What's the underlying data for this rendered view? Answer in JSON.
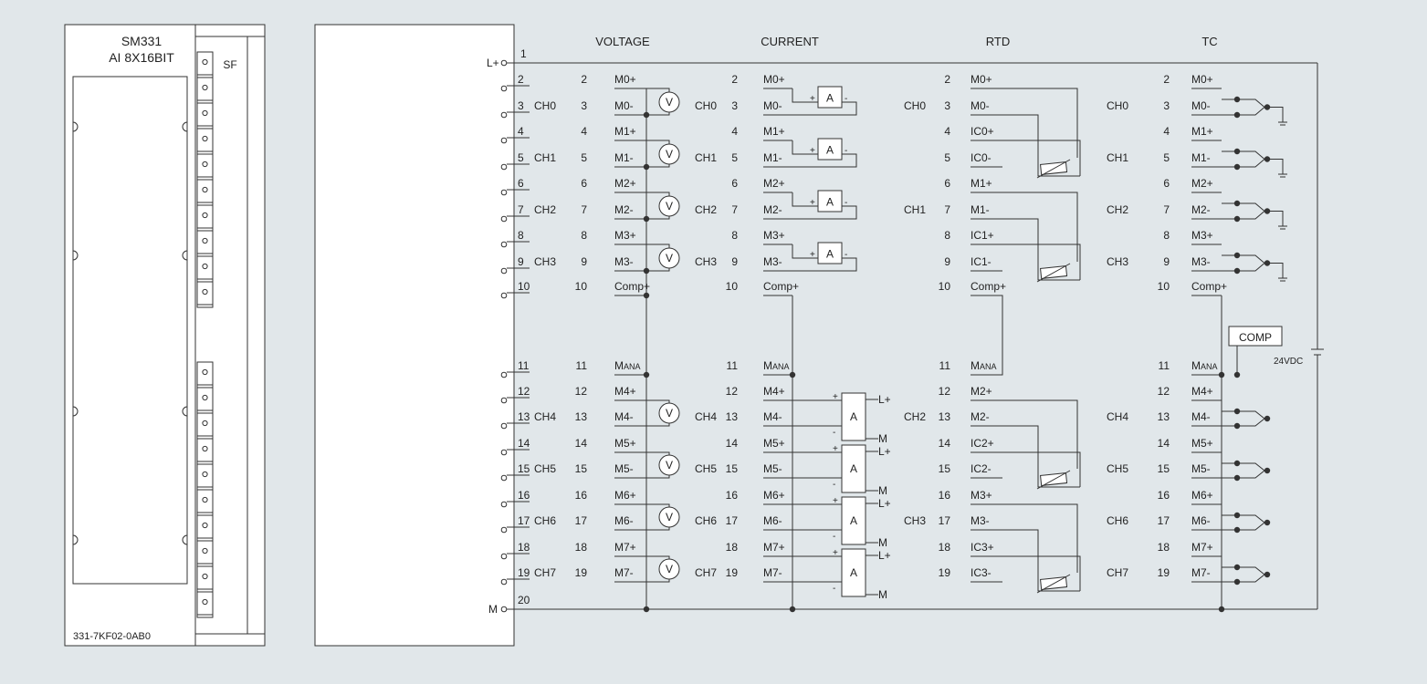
{
  "module": {
    "name": "SM331",
    "type": "AI 8X16BIT",
    "sf_label": "SF",
    "order_number": "331-7KF02-0AB0"
  },
  "terminals": {
    "lplus": "L+",
    "m": "M",
    "numbers": [
      "1",
      "2",
      "3",
      "4",
      "5",
      "6",
      "7",
      "8",
      "9",
      "10",
      "11",
      "12",
      "13",
      "14",
      "15",
      "16",
      "17",
      "18",
      "19",
      "20"
    ],
    "channel_labels": [
      "CH0",
      "CH1",
      "CH2",
      "CH3",
      "CH4",
      "CH5",
      "CH6",
      "CH7"
    ]
  },
  "columns": {
    "voltage": "VOLTAGE",
    "current": "CURRENT",
    "rtd": "RTD",
    "tc": "TC"
  },
  "signals": {
    "voltage": [
      "M0+",
      "M0-",
      "M1+",
      "M1-",
      "M2+",
      "M2-",
      "M3+",
      "M3-",
      "Comp+",
      "MANA",
      "M4+",
      "M4-",
      "M5+",
      "M5-",
      "M6+",
      "M6-",
      "M7+",
      "M7-"
    ],
    "current": [
      "M0+",
      "M0-",
      "M1+",
      "M1-",
      "M2+",
      "M2-",
      "M3+",
      "M3-",
      "Comp+",
      "MANA",
      "M4+",
      "M4-",
      "M5+",
      "M5-",
      "M6+",
      "M6-",
      "M7+",
      "M7-"
    ],
    "rtd": [
      "M0+",
      "M0-",
      "IC0+",
      "IC0-",
      "M1+",
      "M1-",
      "IC1+",
      "IC1-",
      "Comp+",
      "MANA",
      "M2+",
      "M2-",
      "IC2+",
      "IC2-",
      "M3+",
      "M3-",
      "IC3+",
      "IC3-"
    ],
    "tc": [
      "M0+",
      "M0-",
      "M1+",
      "M1-",
      "M2+",
      "M2-",
      "M3+",
      "M3-",
      "Comp+",
      "MANA",
      "M4+",
      "M4-",
      "M5+",
      "M5-",
      "M6+",
      "M6-",
      "M7+",
      "M7-"
    ]
  },
  "rtd_channels": [
    "CH0",
    "CH1",
    "CH2",
    "CH3"
  ],
  "symbols": {
    "voltmeter": "V",
    "ammeter": "A",
    "plus": "+",
    "minus": "-",
    "transducer_lplus": "L+",
    "transducer_m": "M",
    "comp": "COMP",
    "supply": "24VDC"
  }
}
